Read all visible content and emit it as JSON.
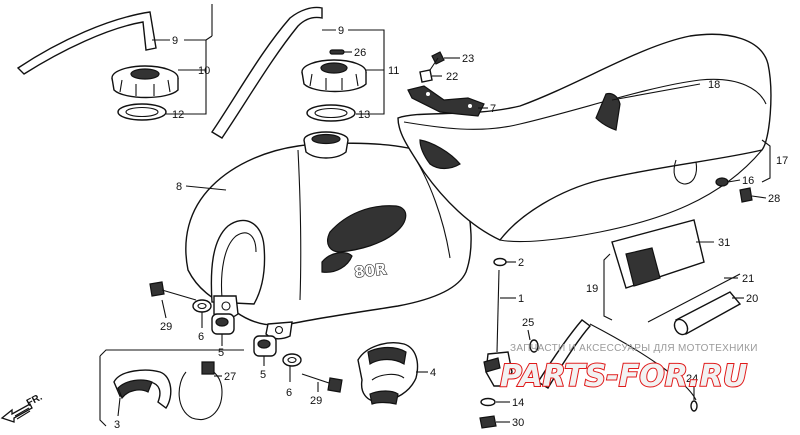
{
  "callouts": {
    "c1": "1",
    "c2": "2",
    "c3": "3",
    "c4": "4",
    "c5a": "5",
    "c5b": "5",
    "c6a": "6",
    "c6b": "6",
    "c7": "7",
    "c8": "8",
    "c9a": "9",
    "c9b": "9",
    "c10": "10",
    "c11": "11",
    "c12": "12",
    "c13": "13",
    "c14": "14",
    "c16": "16",
    "c17": "17",
    "c18": "18",
    "c19": "19",
    "c20": "20",
    "c21": "21",
    "c22": "22",
    "c23": "23",
    "c24": "24",
    "c25": "25",
    "c26": "26",
    "c27": "27",
    "c28": "28",
    "c29a": "29",
    "c29b": "29",
    "c30": "30",
    "c31": "31"
  },
  "tank_logo": "80R",
  "watermark": {
    "caption": "ЗАПЧАСТИ И АКСЕССУАРЫ ДЛЯ МОТОТЕХНИКИ",
    "site": "PARTS-FOR.RU"
  },
  "direction_label": "FR.",
  "colors": {
    "watermark_red": "#e01a1a",
    "line": "#111111"
  }
}
